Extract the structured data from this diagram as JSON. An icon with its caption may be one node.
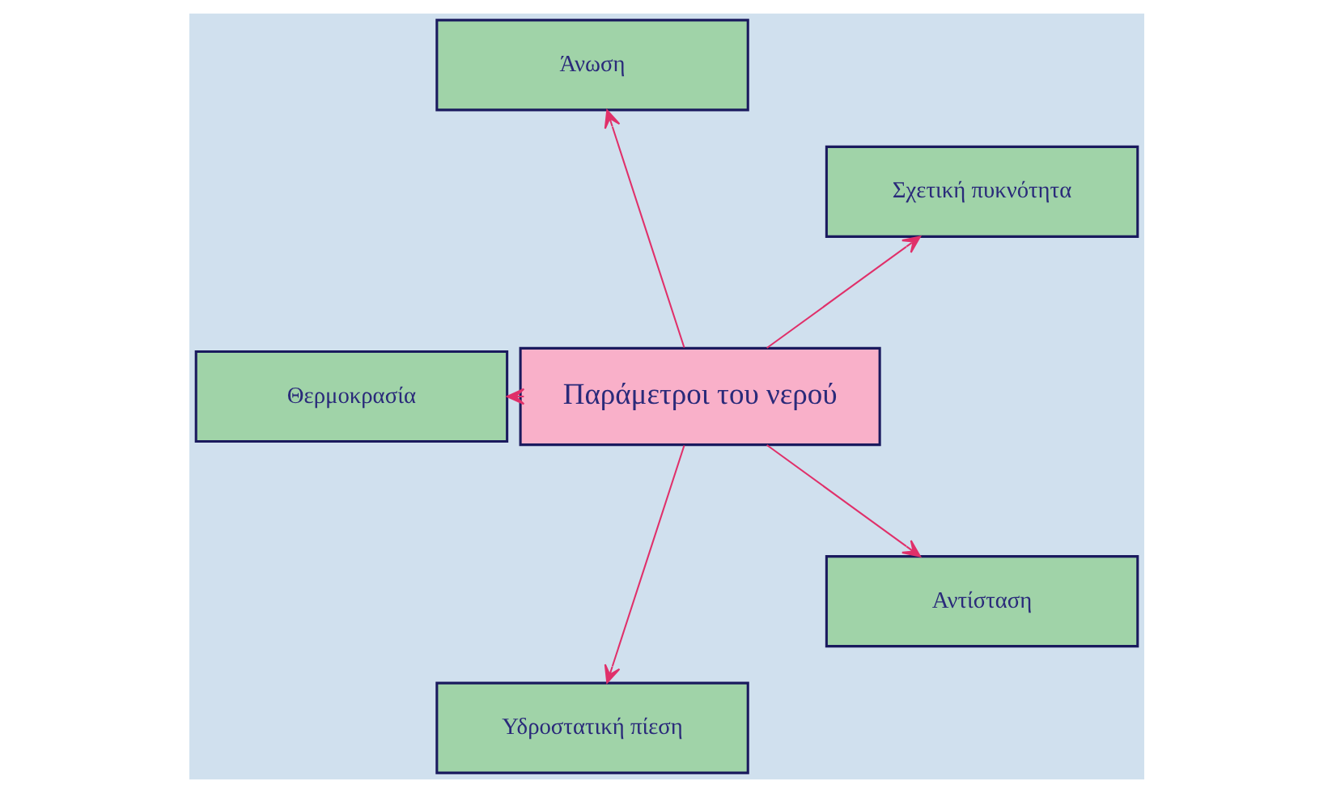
{
  "diagram": {
    "nodes": [
      {
        "text": [
          "Παράμετροι του νερού"
        ]
      },
      {
        "text": [
          "Σχετική πυκνότητα"
        ]
      },
      {
        "text": [
          "Άνωση"
        ]
      },
      {
        "text": [
          "Θερμοκρασία"
        ]
      },
      {
        "text": [
          "Υδροστατική πίεση"
        ]
      },
      {
        "text": [
          "Αντίσταση"
        ]
      }
    ],
    "edges": [
      {
        "from": 0,
        "to": 1,
        "arrow": "to"
      },
      {
        "from": 0,
        "to": 2,
        "arrow": "to"
      },
      {
        "from": 0,
        "to": 3,
        "arrow": "to"
      },
      {
        "from": 0,
        "to": 4,
        "arrow": "to"
      },
      {
        "from": 0,
        "to": 5,
        "arrow": "to"
      }
    ]
  }
}
